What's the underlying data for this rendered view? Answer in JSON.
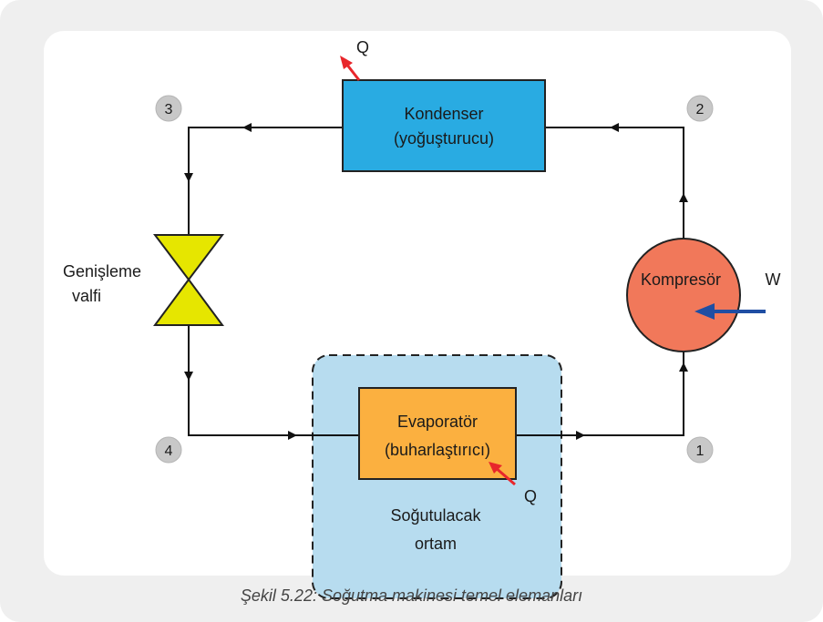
{
  "nodes": {
    "n1": "1",
    "n2": "2",
    "n3": "3",
    "n4": "4"
  },
  "condenser": {
    "line1": "Kondenser",
    "line2": "(yoğuşturucu)"
  },
  "evaporator": {
    "line1": "Evaporatör",
    "line2": "(buharlaştırıcı)"
  },
  "compressor": {
    "label": "Kompresör"
  },
  "expansion_valve": {
    "line1": "Genişleme",
    "line2": "valfi"
  },
  "cooled_space": {
    "line1": "Soğutulacak",
    "line2": "ortam"
  },
  "heat_out_label": "Q",
  "heat_in_label": "Q",
  "work_label": "W",
  "caption": "Şekil 5.22: Soğutma makinesi temel elemanları",
  "colors": {
    "condenser": "#29abe2",
    "evaporator": "#fbb040",
    "compressor": "#f1785a",
    "valve": "#e6e600",
    "cooled_space": "#b7dcef",
    "heat_arrow": "#e8262b",
    "work_arrow": "#1f4ea3",
    "node_badge": "#c8c8c8"
  }
}
